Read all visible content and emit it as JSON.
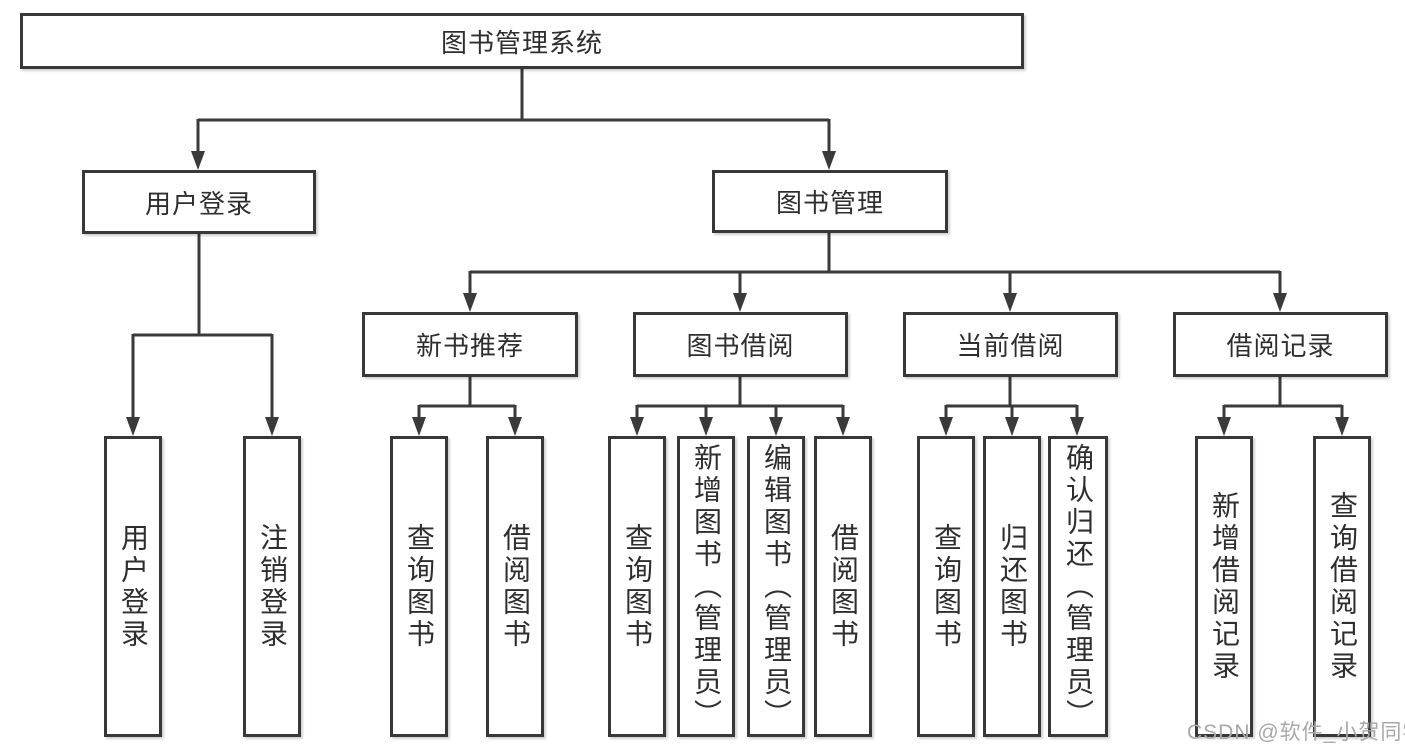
{
  "tree": {
    "label": "图书管理系统",
    "children": [
      {
        "label": "用户登录",
        "children": [
          {
            "label": "用户登录"
          },
          {
            "label": "注销登录"
          }
        ]
      },
      {
        "label": "图书管理",
        "children": [
          {
            "label": "新书推荐",
            "children": [
              {
                "label": "查询图书"
              },
              {
                "label": "借阅图书"
              }
            ]
          },
          {
            "label": "图书借阅",
            "children": [
              {
                "label": "查询图书"
              },
              {
                "label": "新增图书（管理员）"
              },
              {
                "label": "编辑图书（管理员）"
              },
              {
                "label": "借阅图书"
              }
            ]
          },
          {
            "label": "当前借阅",
            "children": [
              {
                "label": "查询图书"
              },
              {
                "label": "归还图书"
              },
              {
                "label": "确认归还（管理员）"
              }
            ]
          },
          {
            "label": "借阅记录",
            "children": [
              {
                "label": "新增借阅记录"
              },
              {
                "label": "查询借阅记录"
              }
            ]
          }
        ]
      }
    ]
  },
  "watermark": {
    "text": "CSDN @软件_小贺同学"
  },
  "colors": {
    "line": "#3a3a3a",
    "box_border": "#383838",
    "text": "#2e2e2e",
    "watermark": "#a8a8a8",
    "background": "#ffffff"
  }
}
